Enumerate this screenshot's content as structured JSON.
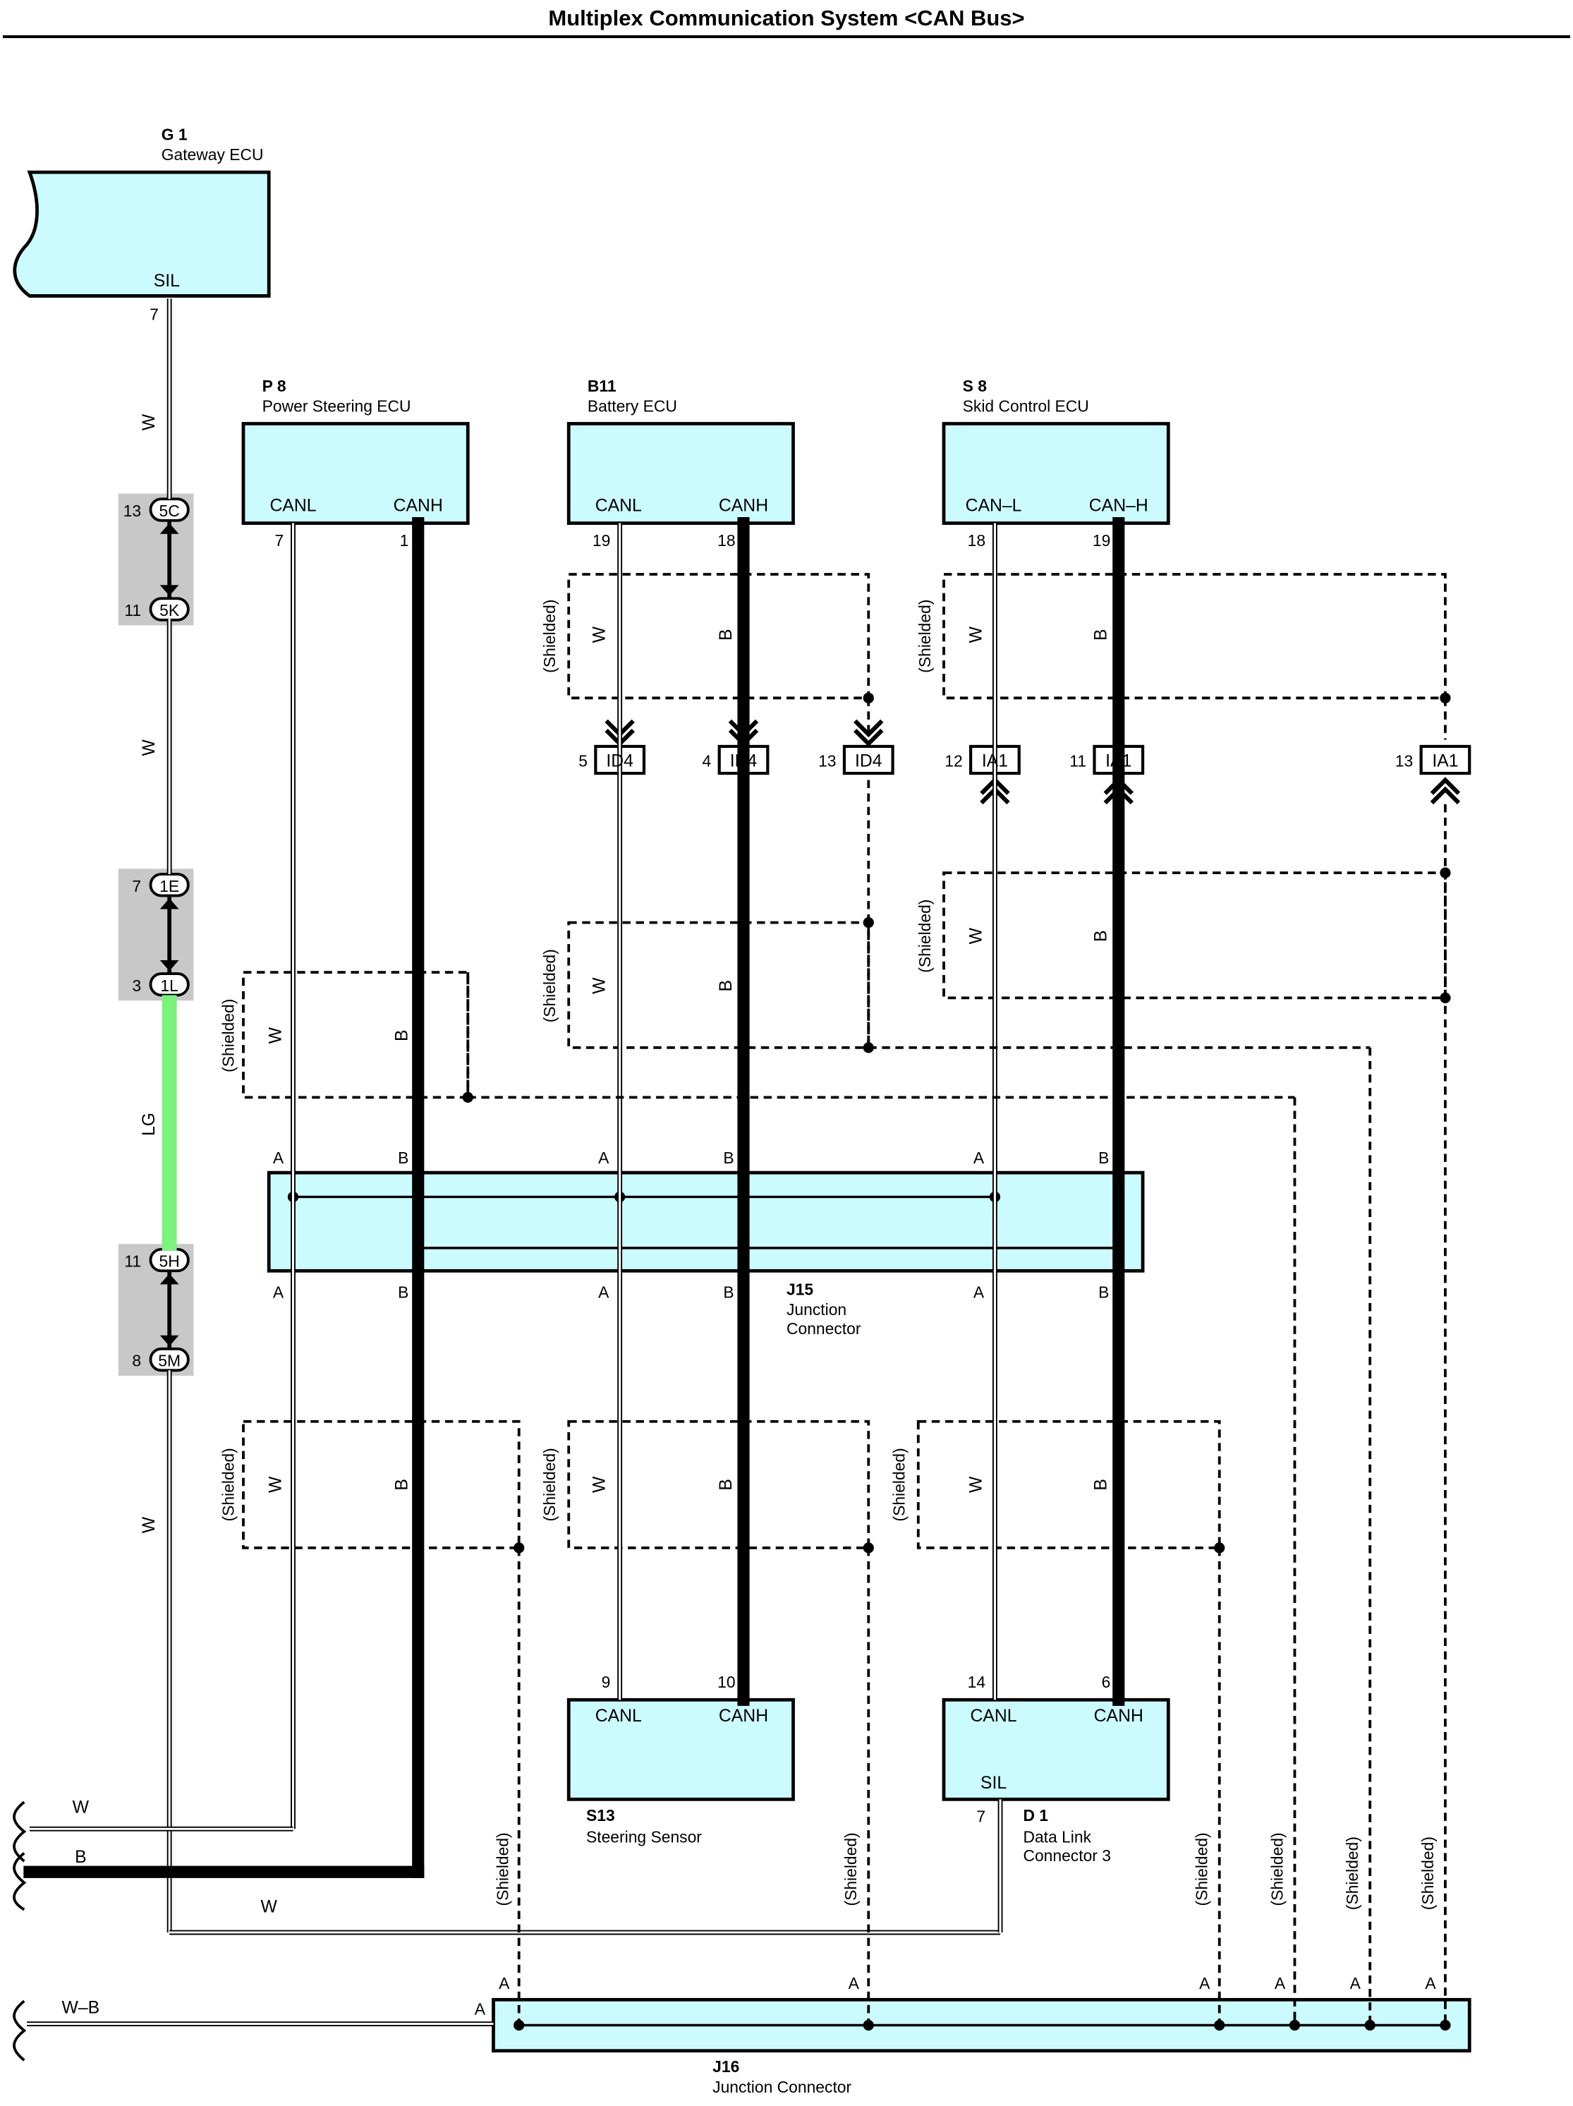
{
  "title": "Multiplex Communication System <CAN Bus>",
  "colors": {
    "component_fill": "#ccfbff",
    "splice_bg": "#c8c8c8",
    "lg_wire": "#7df27d",
    "ink": "#000000"
  },
  "components": [
    {
      "id": "g1",
      "code": "G 1",
      "name": "Gateway ECU",
      "terms": [
        "SIL"
      ],
      "pins": [
        "7"
      ]
    },
    {
      "id": "p8",
      "code": "P 8",
      "name": "Power Steering ECU",
      "terms": [
        "CANL",
        "CANH"
      ],
      "pins": [
        "7",
        "1"
      ]
    },
    {
      "id": "b11",
      "code": "B11",
      "name": "Battery ECU",
      "terms": [
        "CANL",
        "CANH"
      ],
      "pins": [
        "19",
        "18"
      ]
    },
    {
      "id": "s8",
      "code": "S 8",
      "name": "Skid Control ECU",
      "terms": [
        "CAN–L",
        "CAN–H"
      ],
      "pins": [
        "18",
        "19"
      ]
    },
    {
      "id": "s13",
      "code": "S13",
      "name": "Steering Sensor",
      "terms": [
        "CANL",
        "CANH"
      ],
      "pins": [
        "9",
        "10"
      ]
    },
    {
      "id": "d1",
      "code": "D 1",
      "name": "Data Link",
      "name2": "Connector 3",
      "terms": [
        "CANL",
        "CANH",
        "SIL"
      ],
      "pins": [
        "14",
        "6",
        "7"
      ]
    }
  ],
  "junctions": {
    "j15": {
      "code": "J15",
      "name": "Junction",
      "name2": "Connector",
      "pins": [
        "A",
        "B"
      ]
    },
    "j16": {
      "code": "J16",
      "name": "Junction Connector",
      "pins": [
        "A"
      ]
    }
  },
  "splices": [
    {
      "top": "5C",
      "top_pin": "13",
      "bottom": "5K",
      "bottom_pin": "11"
    },
    {
      "top": "1E",
      "top_pin": "7",
      "bottom": "1L",
      "bottom_pin": "3"
    },
    {
      "top": "5H",
      "top_pin": "11",
      "bottom": "5M",
      "bottom_pin": "8"
    }
  ],
  "inline_connectors": [
    {
      "pin": "5",
      "label": "ID4"
    },
    {
      "pin": "4",
      "label": "ID4"
    },
    {
      "pin": "13",
      "label": "ID4"
    },
    {
      "pin": "12",
      "label": "IA1"
    },
    {
      "pin": "11",
      "label": "IA1"
    },
    {
      "pin": "13",
      "label": "IA1"
    }
  ],
  "wire_colors": {
    "white": "W",
    "black": "B",
    "light_green": "LG",
    "white_black": "W–B"
  },
  "shield_label": "(Shielded)"
}
